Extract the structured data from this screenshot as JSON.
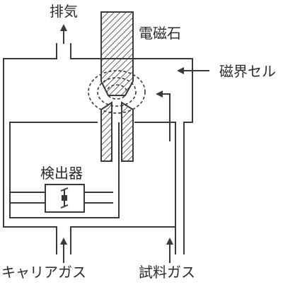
{
  "diagram": {
    "labels": {
      "exhaust": "排気",
      "electromagnet": "電磁石",
      "magnetic_cell": "磁界セル",
      "detector": "検出器",
      "carrier_gas": "キャリアガス",
      "sample_gas": "試料ガス"
    },
    "colors": {
      "line": "#3a3a3a",
      "background": "#ffffff"
    }
  }
}
